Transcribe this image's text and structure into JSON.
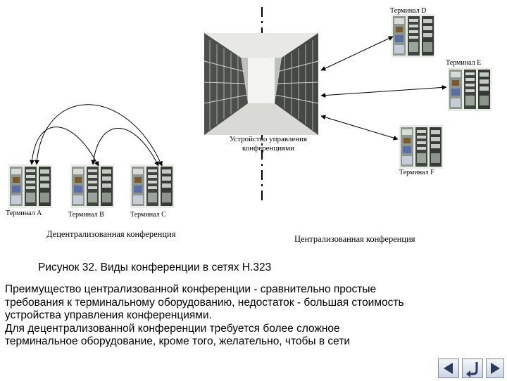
{
  "diagram": {
    "server_label_line1": "Устройство управления",
    "server_label_line2": "конференциями",
    "terminals": {
      "a": "Терминал A",
      "b": "Терминал B",
      "c": "Терминал C",
      "d": "Терминал D",
      "e": "Терминал E",
      "f": "Терминал F"
    },
    "decentralized_caption": "Децентрализованная конференция",
    "centralized_caption": "Централизованная конференция"
  },
  "figure_caption": "Рисунок 32. Виды конференции в сетях H.323",
  "body_lines": [
    "Преимущество централизованной конференции - сравнительно простые",
    "требования к терминальному оборудованию, недостаток - большая стоимость",
    "устройства управления конференциями.",
    "Для децентрализованной конференции требуется более сложное",
    "терминальное оборудование, кроме того, желательно, чтобы в сети"
  ],
  "nav": {
    "prev_icon": "left-arrow-icon",
    "return_icon": "return-arrow-icon"
  }
}
